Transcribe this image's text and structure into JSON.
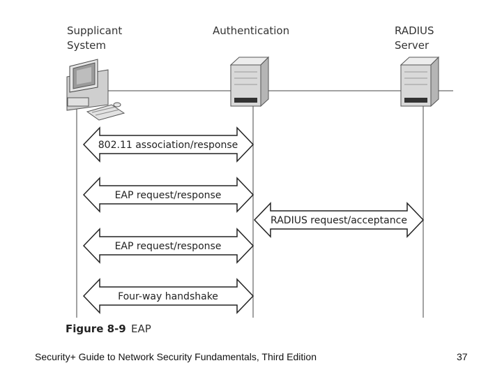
{
  "entities": {
    "supplicant": [
      "Supplicant",
      "System"
    ],
    "authentication": [
      "Authentication"
    ],
    "radius": [
      "RADIUS",
      "Server"
    ]
  },
  "exchanges": [
    {
      "label": "802.11 association/response",
      "from": "supplicant",
      "to": "authentication"
    },
    {
      "label": "EAP request/response",
      "from": "supplicant",
      "to": "authentication"
    },
    {
      "label": "RADIUS request/acceptance",
      "from": "authentication",
      "to": "radius"
    },
    {
      "label": "EAP request/response",
      "from": "supplicant",
      "to": "authentication"
    },
    {
      "label": "Four-way handshake",
      "from": "supplicant",
      "to": "authentication"
    }
  ],
  "caption": {
    "figure": "Figure 8-9",
    "name": "EAP"
  },
  "footer": {
    "text": "Security+ Guide to Network Security Fundamentals, Third Edition",
    "page": "37"
  },
  "colors": {
    "arrow_fill": "#ffffff",
    "arrow_stroke": "#222222",
    "server_body": "#d9d9d9",
    "server_side": "#b5b5b5"
  }
}
